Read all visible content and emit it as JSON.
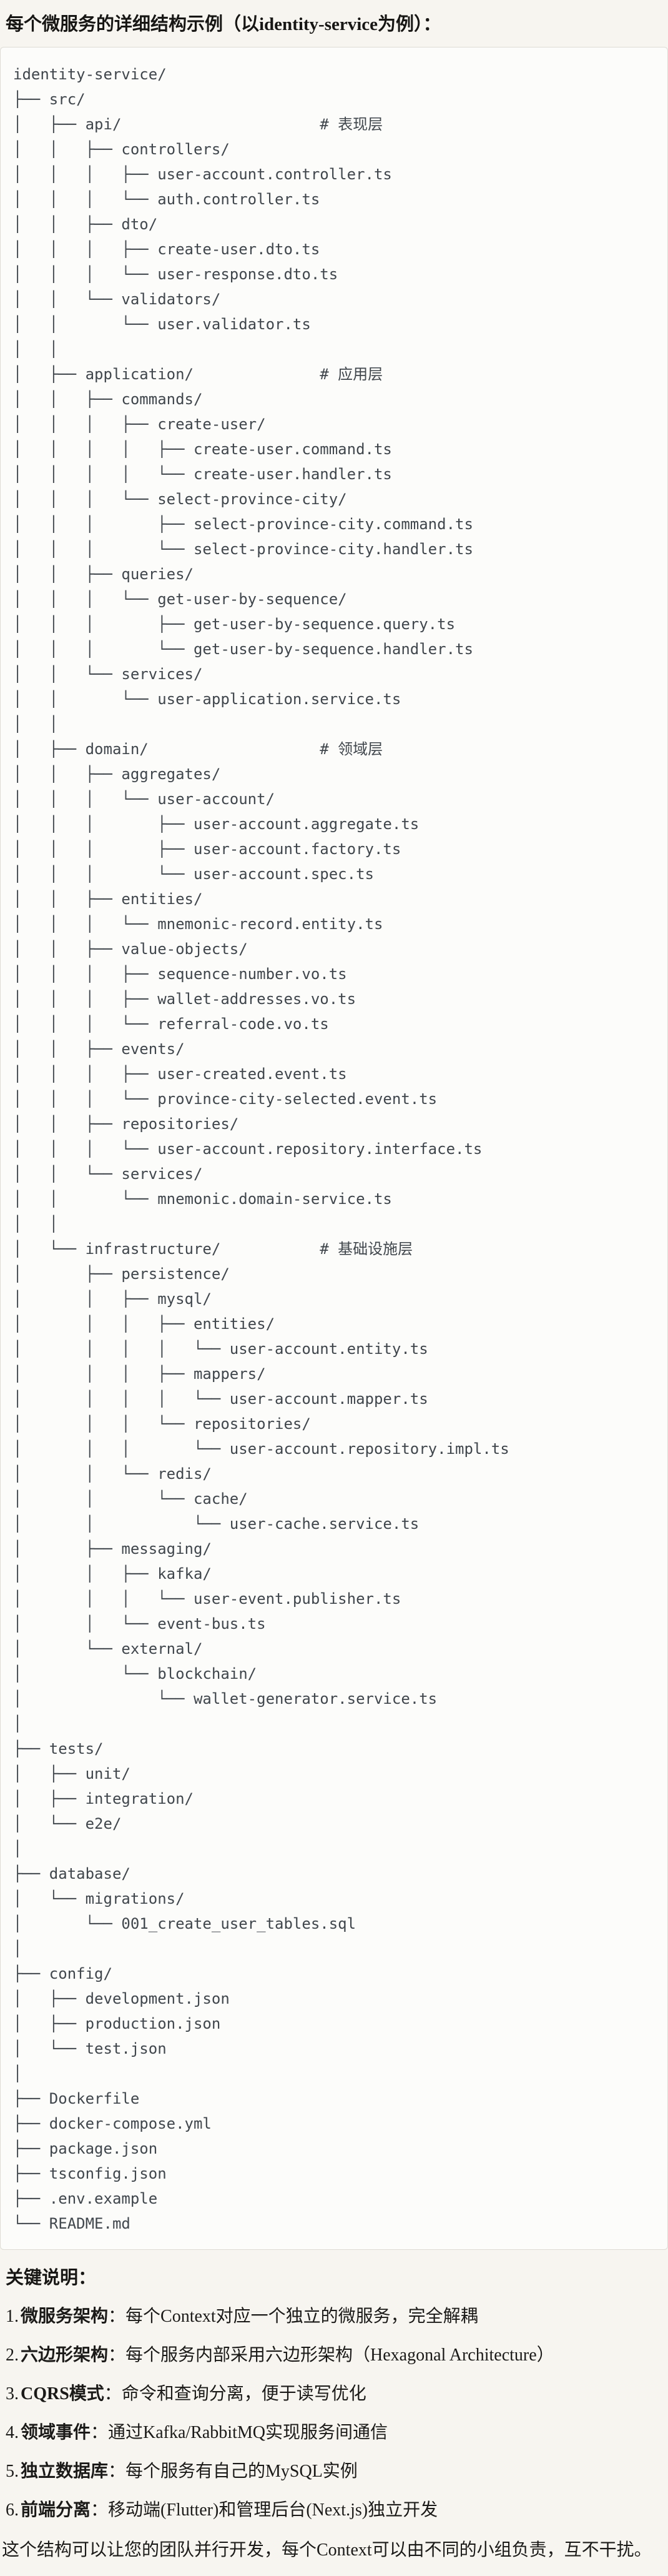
{
  "page": {
    "title": "每个微服务的详细结构示例（以identity-service为例）："
  },
  "tree": {
    "lines": [
      "identity-service/",
      "├── src/",
      "│   ├── api/                      # 表现层",
      "│   │   ├── controllers/",
      "│   │   │   ├── user-account.controller.ts",
      "│   │   │   └── auth.controller.ts",
      "│   │   ├── dto/",
      "│   │   │   ├── create-user.dto.ts",
      "│   │   │   └── user-response.dto.ts",
      "│   │   └── validators/",
      "│   │       └── user.validator.ts",
      "│   │",
      "│   ├── application/              # 应用层",
      "│   │   ├── commands/",
      "│   │   │   ├── create-user/",
      "│   │   │   │   ├── create-user.command.ts",
      "│   │   │   │   └── create-user.handler.ts",
      "│   │   │   └── select-province-city/",
      "│   │   │       ├── select-province-city.command.ts",
      "│   │   │       └── select-province-city.handler.ts",
      "│   │   ├── queries/",
      "│   │   │   └── get-user-by-sequence/",
      "│   │   │       ├── get-user-by-sequence.query.ts",
      "│   │   │       └── get-user-by-sequence.handler.ts",
      "│   │   └── services/",
      "│   │       └── user-application.service.ts",
      "│   │",
      "│   ├── domain/                   # 领域层",
      "│   │   ├── aggregates/",
      "│   │   │   └── user-account/",
      "│   │   │       ├── user-account.aggregate.ts",
      "│   │   │       ├── user-account.factory.ts",
      "│   │   │       └── user-account.spec.ts",
      "│   │   ├── entities/",
      "│   │   │   └── mnemonic-record.entity.ts",
      "│   │   ├── value-objects/",
      "│   │   │   ├── sequence-number.vo.ts",
      "│   │   │   ├── wallet-addresses.vo.ts",
      "│   │   │   └── referral-code.vo.ts",
      "│   │   ├── events/",
      "│   │   │   ├── user-created.event.ts",
      "│   │   │   └── province-city-selected.event.ts",
      "│   │   ├── repositories/",
      "│   │   │   └── user-account.repository.interface.ts",
      "│   │   └── services/",
      "│   │       └── mnemonic.domain-service.ts",
      "│   │",
      "│   └── infrastructure/           # 基础设施层",
      "│       ├── persistence/",
      "│       │   ├── mysql/",
      "│       │   │   ├── entities/",
      "│       │   │   │   └── user-account.entity.ts",
      "│       │   │   ├── mappers/",
      "│       │   │   │   └── user-account.mapper.ts",
      "│       │   │   └── repositories/",
      "│       │   │       └── user-account.repository.impl.ts",
      "│       │   └── redis/",
      "│       │       └── cache/",
      "│       │           └── user-cache.service.ts",
      "│       ├── messaging/",
      "│       │   ├── kafka/",
      "│       │   │   └── user-event.publisher.ts",
      "│       │   └── event-bus.ts",
      "│       └── external/",
      "│           └── blockchain/",
      "│               └── wallet-generator.service.ts",
      "│",
      "├── tests/",
      "│   ├── unit/",
      "│   ├── integration/",
      "│   └── e2e/",
      "│",
      "├── database/",
      "│   └── migrations/",
      "│       └── 001_create_user_tables.sql",
      "│",
      "├── config/",
      "│   ├── development.json",
      "│   ├── production.json",
      "│   └── test.json",
      "│",
      "├── Dockerfile",
      "├── docker-compose.yml",
      "├── package.json",
      "├── tsconfig.json",
      "├── .env.example",
      "└── README.md"
    ]
  },
  "notes": {
    "heading": "关键说明：",
    "items": [
      {
        "num": "1.",
        "label": "微服务架构",
        "text": "：每个Context对应一个独立的微服务，完全解耦"
      },
      {
        "num": "2.",
        "label": "六边形架构",
        "text": "：每个服务内部采用六边形架构（Hexagonal Architecture）"
      },
      {
        "num": "3.",
        "label": "CQRS模式",
        "text": "：命令和查询分离，便于读写优化"
      },
      {
        "num": "4.",
        "label": "领域事件",
        "text": "：通过Kafka/RabbitMQ实现服务间通信"
      },
      {
        "num": "5.",
        "label": "独立数据库",
        "text": "：每个服务有自己的MySQL实例"
      },
      {
        "num": "6.",
        "label": "前端分离",
        "text": "：移动端(Flutter)和管理后台(Next.js)独立开发"
      }
    ],
    "footer": "这个结构可以让您的团队并行开发，每个Context可以由不同的小组负责，互不干扰。"
  },
  "colors": {
    "page_background": "#f7f5f0",
    "code_background": "#fcfcfa",
    "code_border": "#dedcd5",
    "tree_text": "#40464c",
    "body_text": "#1b1a18"
  }
}
